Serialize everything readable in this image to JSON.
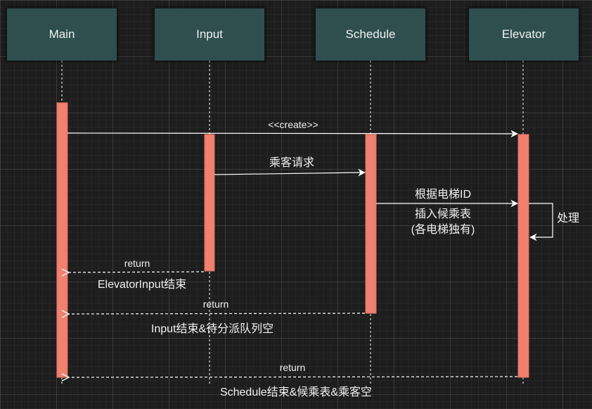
{
  "participants": [
    {
      "id": "main",
      "label": "Main"
    },
    {
      "id": "input",
      "label": "Input"
    },
    {
      "id": "schedule",
      "label": "Schedule"
    },
    {
      "id": "elevator",
      "label": "Elevator"
    }
  ],
  "messages": {
    "create": "<<create>>",
    "passenger_request": "乘客请求",
    "insert_line1": "根据电梯ID",
    "insert_line2": "插入候乘表",
    "insert_line3": "(各电梯独有)",
    "process": "处理",
    "return_input": "return",
    "input_end_note": "ElevatorInput结束",
    "return_schedule": "return",
    "schedule_end_note": "Input结束&待分派队列空",
    "return_elevator": "return",
    "elevator_end_note": "Schedule结束&候乘表&乘客空"
  },
  "colors": {
    "header_fill": "#2f4f4f",
    "activation_fill": "#f08070",
    "activation_stroke": "#e06a5a",
    "line": "#ffffff",
    "background": "#1d1d1d"
  }
}
